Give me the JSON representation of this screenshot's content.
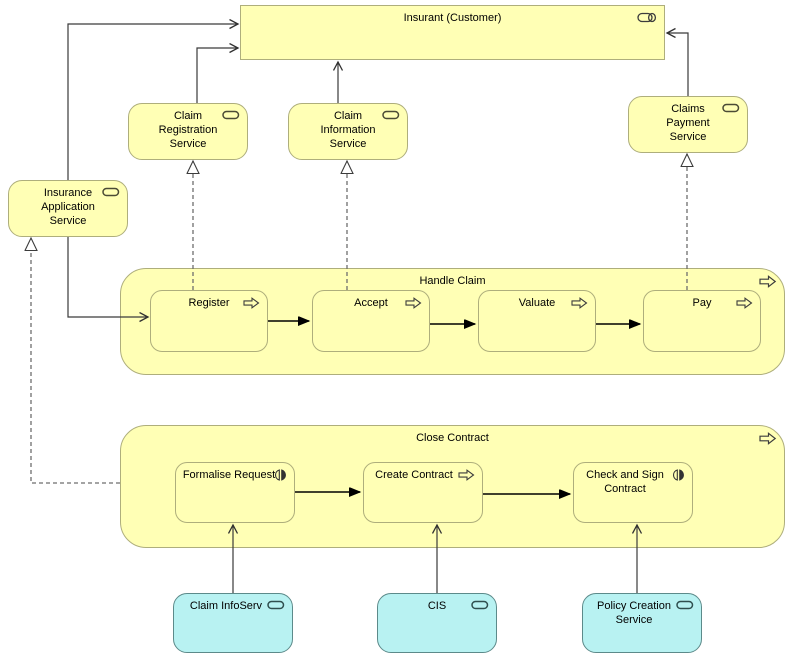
{
  "diagram": {
    "colors": {
      "business_fill": "#ffffb5",
      "application_fill": "#b8f2f2",
      "business_border": "#aeae7c",
      "application_border": "#5c8a8a",
      "line": "#303030",
      "dashed_line": "#6e6e6e"
    },
    "nodes": {
      "insurant": {
        "label": "Insurant (Customer)",
        "icon": "role-icon"
      },
      "claim_registration_service": {
        "label": "Claim Registration Service",
        "icon": "service-icon"
      },
      "claim_information_service": {
        "label": "Claim Information Service",
        "icon": "service-icon"
      },
      "claims_payment_service": {
        "label": "Claims Payment Service",
        "icon": "service-icon"
      },
      "insurance_application_service": {
        "label": "Insurance Application Service",
        "icon": "service-icon"
      },
      "handle_claim": {
        "label": "Handle Claim",
        "icon": "process-icon"
      },
      "register": {
        "label": "Register",
        "icon": "process-icon"
      },
      "accept": {
        "label": "Accept",
        "icon": "process-icon"
      },
      "valuate": {
        "label": "Valuate",
        "icon": "process-icon"
      },
      "pay": {
        "label": "Pay",
        "icon": "process-icon"
      },
      "close_contract": {
        "label": "Close Contract",
        "icon": "process-icon"
      },
      "formalise_request": {
        "label": "Formalise Request",
        "icon": "interaction-icon"
      },
      "create_contract": {
        "label": "Create Contract",
        "icon": "process-icon"
      },
      "check_and_sign_contract": {
        "label": "Check and Sign Contract",
        "icon": "interaction-icon"
      },
      "claim_infoserv": {
        "label": "Claim InfoServ",
        "icon": "service-icon"
      },
      "cis": {
        "label": "CIS",
        "icon": "service-icon"
      },
      "policy_creation_service": {
        "label": "Policy Creation Service",
        "icon": "service-icon"
      }
    }
  }
}
